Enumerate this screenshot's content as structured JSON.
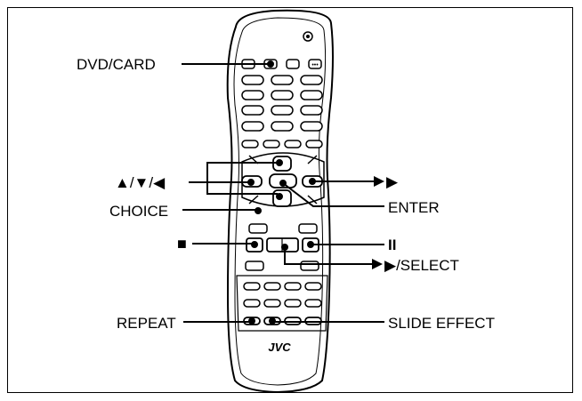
{
  "labels": {
    "dvd_card": "DVD/CARD",
    "arrows": "▲/▼/◀",
    "choice": "CHOICE",
    "stop": "■",
    "repeat": "REPEAT",
    "play": "▶",
    "enter": "ENTER",
    "pause": "II",
    "play_select": "▶/SELECT",
    "slide_effect": "SLIDE EFFECT"
  },
  "remote": {
    "brand": "JVC"
  }
}
